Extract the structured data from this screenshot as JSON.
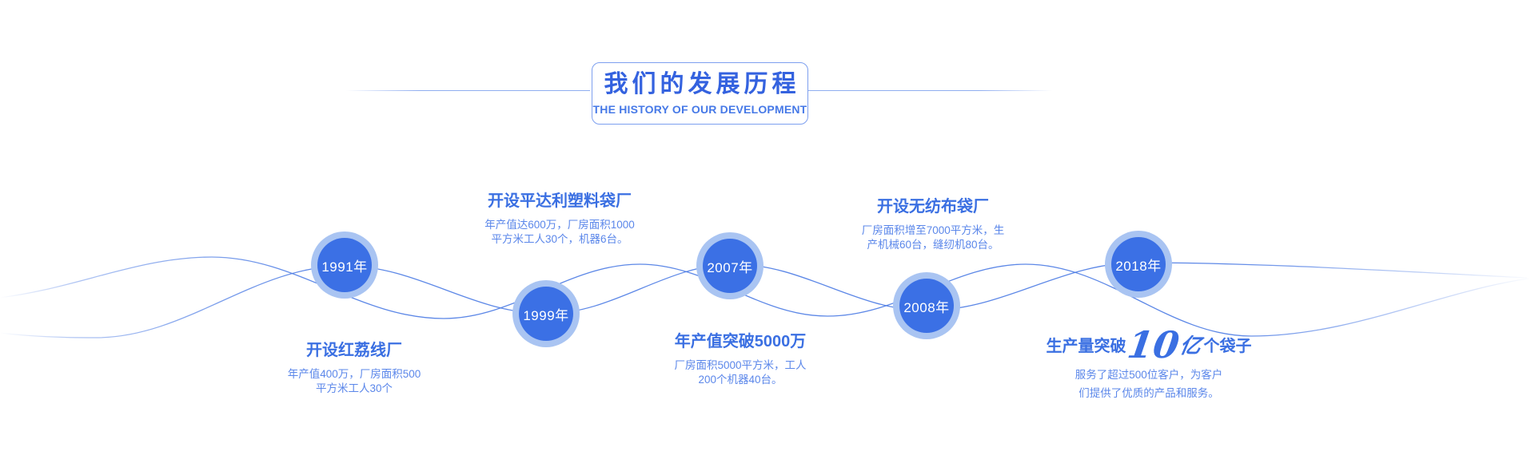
{
  "header": {
    "title": "我们的发展历程",
    "subtitle": "THE HISTORY OF OUR DEVELOPMENT"
  },
  "timeline": {
    "nodes": [
      {
        "year": "1991年",
        "label_side": "bottom",
        "heading": "开设红荔线厂",
        "body": [
          "年产值400万，厂房面积500",
          "平方米工人30个"
        ]
      },
      {
        "year": "1999年",
        "label_side": "top",
        "heading": "开设平达利塑料袋厂",
        "body": [
          "年产值达600万，厂房面积1000",
          "平方米工人30个，机器6台。"
        ]
      },
      {
        "year": "2007年",
        "label_side": "bottom",
        "heading": "年产值突破5000万",
        "body": [
          "厂房面积5000平方米，工人",
          "200个机器40台。"
        ]
      },
      {
        "year": "2008年",
        "label_side": "top",
        "heading": "开设无纺布袋厂",
        "body": [
          "厂房面积增至7000平方米，生",
          "产机械60台，缝纫机80台。"
        ]
      },
      {
        "year": "2018年",
        "label_side": "bottom",
        "heading_prefix": "生产量突破",
        "heading_big": "10",
        "heading_unit": "亿",
        "heading_suffix": "个袋子",
        "body": [
          "服务了超过500位客户，为客户",
          "们提供了优质的产品和服务。"
        ]
      }
    ]
  },
  "colors": {
    "title_text": "#3462df",
    "subtitle_text": "#4679e7",
    "heading_text": "#3a6fe2",
    "body_text": "#5b87ea",
    "node_ring": "#a9c4f2",
    "node_core": "#3b70e5",
    "curve": "#4a7ae4"
  }
}
